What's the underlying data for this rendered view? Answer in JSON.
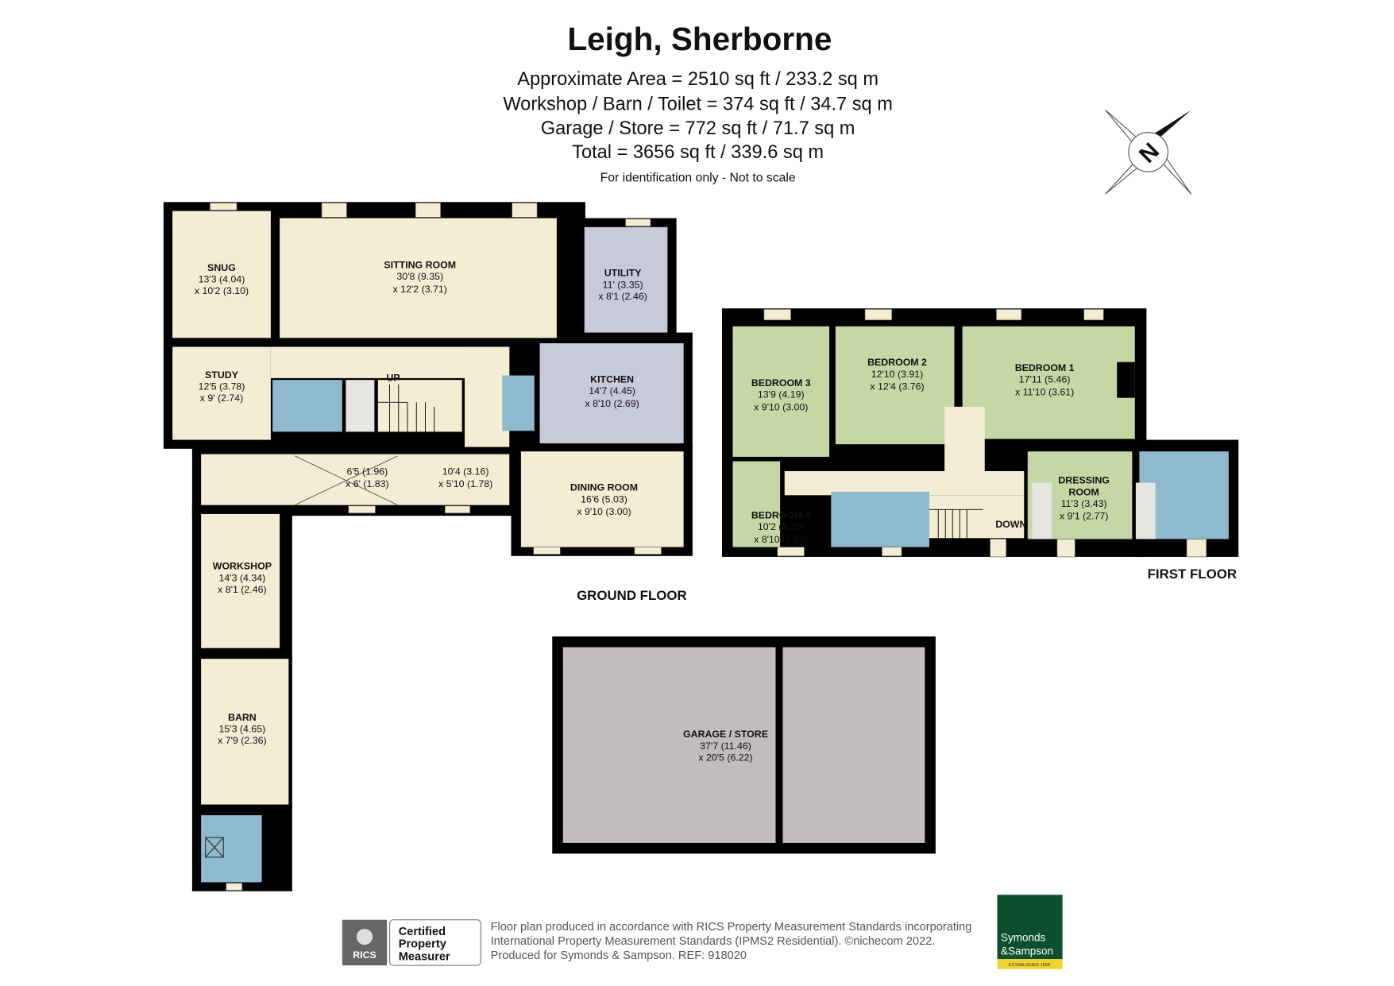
{
  "header": {
    "title": "Leigh, Sherborne",
    "areas": [
      "Approximate Area = 2510 sq ft / 233.2 sq m",
      "Workshop / Barn / Toilet = 374 sq ft / 34.7 sq m",
      "Garage / Store = 772 sq ft / 71.7 sq m",
      "Total = 3656 sq ft / 339.6 sq m"
    ],
    "note": "For identification only - Not to scale"
  },
  "compass": {
    "label": "N",
    "icon": "compass-north-icon"
  },
  "ground_floor": {
    "label": "GROUND FLOOR",
    "rooms": [
      {
        "name": "SNUG",
        "dim1": "13'3 (4.04)",
        "dim2": "x 10'2 (3.10)"
      },
      {
        "name": "SITTING ROOM",
        "dim1": "30'8 (9.35)",
        "dim2": "x 12'2 (3.71)"
      },
      {
        "name": "UTILITY",
        "dim1": "11' (3.35)",
        "dim2": "x 8'1 (2.46)"
      },
      {
        "name": "STUDY",
        "dim1": "12'5 (3.78)",
        "dim2": "x 9' (2.74)"
      },
      {
        "name": "KITCHEN",
        "dim1": "14'7 (4.45)",
        "dim2": "x 8'10 (2.69)"
      },
      {
        "name": "",
        "dim1": "6'5 (1.96)",
        "dim2": "x 6' (1.83)"
      },
      {
        "name": "",
        "dim1": "10'4 (3.16)",
        "dim2": "x 5'10 (1.78)"
      },
      {
        "name": "DINING ROOM",
        "dim1": "16'6 (5.03)",
        "dim2": "x 9'10 (3.00)"
      },
      {
        "name": "WORKSHOP",
        "dim1": "14'3 (4.34)",
        "dim2": "x 8'1 (2.46)"
      },
      {
        "name": "BARN",
        "dim1": "15'3 (4.65)",
        "dim2": "x 7'9 (2.36)"
      }
    ],
    "stairs_label": "UP"
  },
  "garage": {
    "name": "GARAGE / STORE",
    "dim1": "37'7 (11.46)",
    "dim2": "x 20'5 (6.22)"
  },
  "first_floor": {
    "label": "FIRST FLOOR",
    "rooms": [
      {
        "name": "BEDROOM 3",
        "dim1": "13'9 (4.19)",
        "dim2": "x 9'10 (3.00)"
      },
      {
        "name": "BEDROOM 2",
        "dim1": "12'10 (3.91)",
        "dim2": "x 12'4 (3.76)"
      },
      {
        "name": "BEDROOM 1",
        "dim1": "17'11 (5.46)",
        "dim2": "x 11'10 (3.61)"
      },
      {
        "name": "BEDROOM 4",
        "dim1": "10'2 (3.10)",
        "dim2": "x 8'10 (2.69)"
      },
      {
        "name": "DRESSING",
        "name2": "ROOM",
        "dim1": "11'3 (3.43)",
        "dim2": "x 9'1 (2.77)"
      }
    ],
    "stairs_label": "DOWN"
  },
  "footer": {
    "rics_logo": "RICS",
    "certified": [
      "Certified",
      "Property",
      "Measurer"
    ],
    "lines": [
      "Floor plan produced in accordance with RICS Property Measurement Standards incorporating",
      "International Property Measurement Standards (IPMS2 Residential).   ©nichecom 2022.",
      "Produced for Symonds & Sampson.   REF: 918020"
    ],
    "agent_logo": {
      "line1": "Symonds",
      "line2": "&Sampson",
      "tagline": "ESTABLISHED 1858",
      "color": "#0b4f2c",
      "accent": "#f2d22e"
    }
  },
  "colors": {
    "cream": "#f3edd3",
    "green": "#c6d7a6",
    "lavender": "#c9c9dc",
    "blue": "#8fb9cf",
    "garage": "#c2bcbc",
    "wall": "#000000"
  }
}
